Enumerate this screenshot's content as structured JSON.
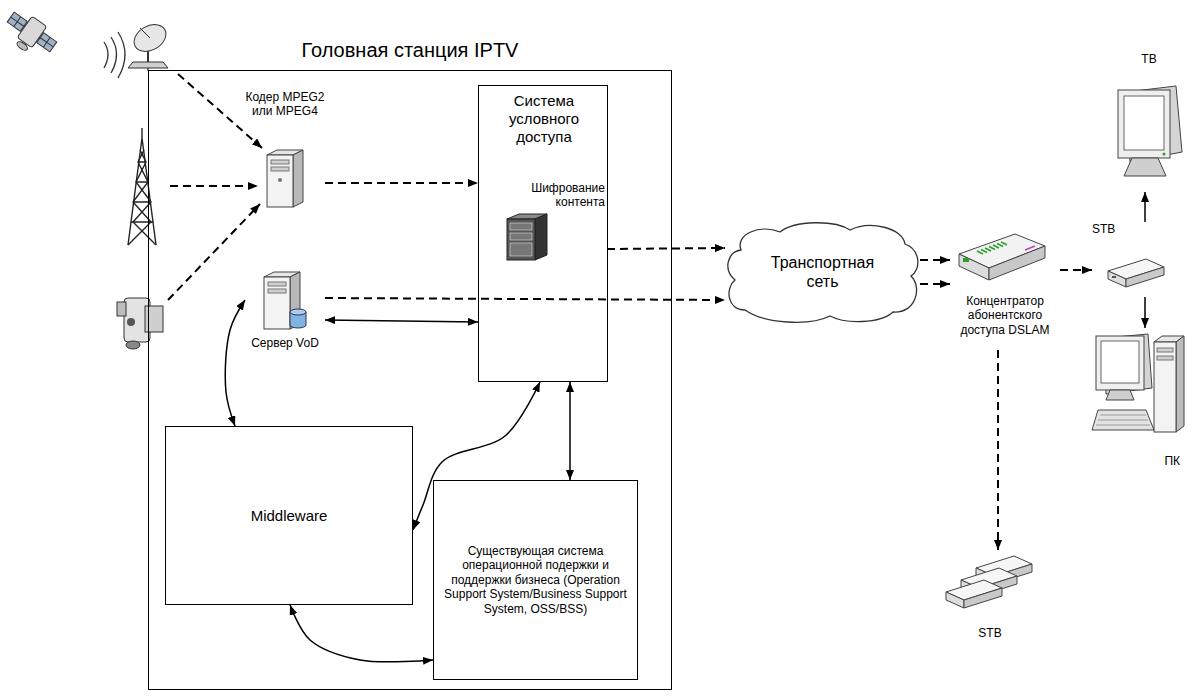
{
  "diagram": {
    "nodes": [
      {
        "text": [
          "Головная станция IPTV"
        ]
      },
      {
        "text": [
          "Кодер MPEG2 или MPEG4"
        ],
        "in": 0
      },
      {
        "text": [
          "Система условного доступа"
        ],
        "in": 0
      },
      {
        "text": [
          "Шифрование контента"
        ],
        "in": 2
      },
      {
        "text": [
          "Сервер VoD"
        ],
        "in": 0
      },
      {
        "text": [
          "Middleware"
        ],
        "in": 0
      },
      {
        "text": [
          "Существующая система операционной подержки и поддержки бизнеса (Operation Support System/Business Support System, OSS/BSS)"
        ],
        "in": 0
      },
      {
        "text": [
          "Транспортная сеть"
        ]
      },
      {
        "text": [
          "Концентратор абонентского доступа DSLAM"
        ]
      },
      {
        "text": [
          "STB"
        ]
      },
      {
        "text": [
          "ТВ"
        ]
      },
      {
        "text": [
          "ПК"
        ]
      },
      {
        "text": [
          "STB"
        ]
      }
    ],
    "edges": [
      {
        "from": 1,
        "to": 2,
        "arrow": "to"
      },
      {
        "from": 3,
        "to": 7,
        "arrow": "to"
      },
      {
        "from": 4,
        "to": 7,
        "arrow": "to"
      },
      {
        "from": 4,
        "to": 2,
        "arrow": "both"
      },
      {
        "from": 4,
        "to": 5,
        "arrow": "both"
      },
      {
        "from": 5,
        "to": 2,
        "arrow": "both"
      },
      {
        "from": 2,
        "to": 6,
        "arrow": "both"
      },
      {
        "from": 5,
        "to": 6,
        "arrow": "both"
      },
      {
        "from": 7,
        "to": 8,
        "arrow": "to"
      },
      {
        "from": 7,
        "to": 8,
        "arrow": "to"
      },
      {
        "from": 8,
        "to": 9,
        "arrow": "to"
      },
      {
        "from": 9,
        "to": 10,
        "arrow": "to"
      },
      {
        "from": 9,
        "to": 11,
        "arrow": "to"
      },
      {
        "from": 8,
        "to": 12,
        "arrow": "to"
      }
    ]
  }
}
